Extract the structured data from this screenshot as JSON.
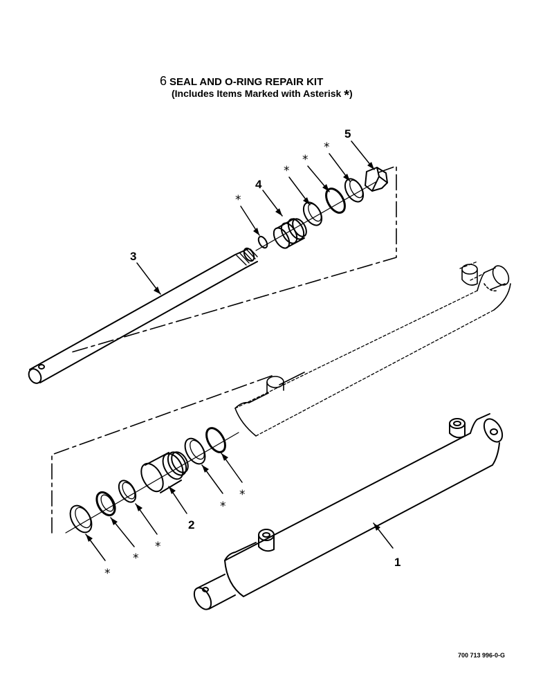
{
  "header": {
    "kit_number": "6",
    "kit_title": "SEAL AND O-RING REPAIR KIT",
    "kit_note_text": "(Includes Items Marked with Asterisk",
    "kit_note_star": "*",
    "kit_note_close": ")"
  },
  "callouts": {
    "item_1": "1",
    "item_2": "2",
    "item_3": "3",
    "item_4": "4",
    "item_5": "5",
    "asterisk": "*"
  },
  "footer": {
    "drawing_number": "700 713 996-0-G"
  }
}
